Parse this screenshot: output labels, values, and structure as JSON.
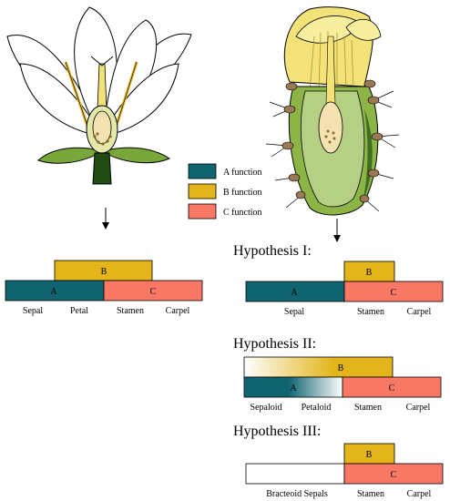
{
  "colors": {
    "a_function": "#0f6470",
    "b_function": "#e3b51b",
    "c_function": "#f87866",
    "outline": "#000000",
    "stem_green": "#1f4d14",
    "leaf_green": "#7aa73a",
    "cactus_green": "#8cb545",
    "cactus_dark": "#3e6e22",
    "cactus_inner": "#b5cf84",
    "cactus_brown": "#9a7a55",
    "petal_yellow": "#f2e278",
    "petal_light": "#f7ee9e",
    "ovule": "#f4e3b0"
  },
  "legend": {
    "a_label": "A function",
    "b_label": "B function",
    "c_label": "C function"
  },
  "left_model": {
    "b_letter": "B",
    "a_letter": "A",
    "c_letter": "C",
    "organs": [
      "Sepal",
      "Petal",
      "Stamen",
      "Carpel"
    ]
  },
  "hypothesis_1": {
    "title": "Hypothesis I:",
    "b_letter": "B",
    "a_letter": "A",
    "c_letter": "C",
    "organs": [
      "Sepal",
      "Stamen",
      "Carpel"
    ]
  },
  "hypothesis_2": {
    "title": "Hypothesis II:",
    "b_letter": "B",
    "a_letter": "A",
    "c_letter": "C",
    "organs": [
      "Sepaloid",
      "Petaloid",
      "Stamen",
      "Carpel"
    ]
  },
  "hypothesis_3": {
    "title": "Hypothesis III:",
    "b_letter": "B",
    "c_letter": "C",
    "organs": [
      "Bracteoid Sepals",
      "Stamen",
      "Carpel"
    ]
  },
  "icons": [
    "flower-illustration",
    "cactus-flower-illustration",
    "arrow-down-icon"
  ]
}
